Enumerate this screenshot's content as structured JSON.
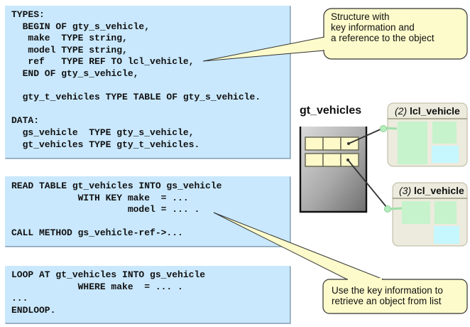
{
  "code_blocks": {
    "declarations": "TYPES:\n  BEGIN OF gty_s_vehicle,\n   make  TYPE string,\n   model TYPE string,\n   ref   TYPE REF TO lcl_vehicle,\n  END OF gty_s_vehicle,\n\n  gty_t_vehicles TYPE TABLE OF gty_s_vehicle.\n\nDATA:\n  gs_vehicle  TYPE gty_s_vehicle,\n  gt_vehicles TYPE gty_t_vehicles.",
    "read_table": "READ TABLE gt_vehicles INTO gs_vehicle\n            WITH KEY make  = ...\n                     model = ... .\n\nCALL METHOD gs_vehicle-ref->...",
    "loop": "LOOP AT gt_vehicles INTO gs_vehicle\n            WHERE make  = ... .\n...\nENDLOOP."
  },
  "callouts": {
    "structure": {
      "line1": "Structure with",
      "line2": "key information and",
      "line3": "a reference to the object"
    },
    "retrieve": {
      "line1": "Use the key information to",
      "line2": "retrieve an object from list"
    }
  },
  "table": {
    "label": "gt_vehicles",
    "rows": 2,
    "columns": 3
  },
  "objects": [
    {
      "number": "(2)",
      "class_name": "lcl_vehicle"
    },
    {
      "number": "(3)",
      "class_name": "lcl_vehicle"
    }
  ],
  "colors": {
    "code_bg": "#c9e8fd",
    "callout_bg": "#fdfbcb",
    "cell_bg": "#fdf9c9",
    "object_bg": "#ecebdd",
    "attr_green": "#c6f3cc",
    "attr_cyan": "#c6f7ff"
  }
}
